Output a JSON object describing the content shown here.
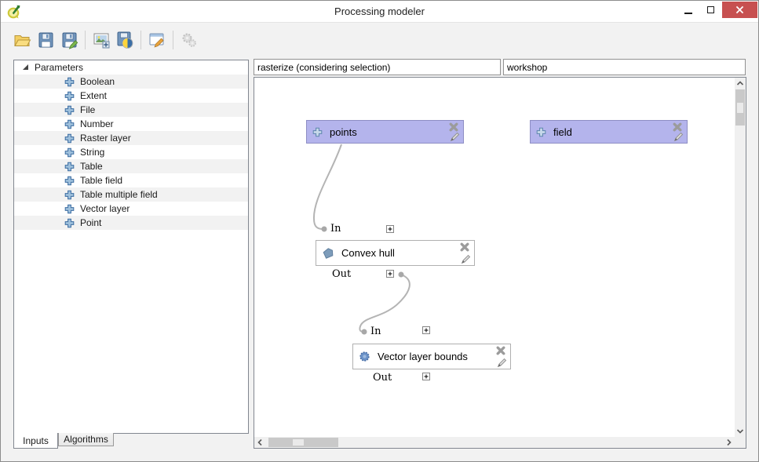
{
  "window": {
    "title": "Processing modeler"
  },
  "colors": {
    "input_node_fill": "#b4b4ec",
    "input_node_border": "#8e8ec4",
    "algorithm_node_border": "#b0b0b0",
    "connection_line": "#b4b4b4",
    "close_button_red": "#c75050",
    "tree_alt_row": "#f2f2f2",
    "plus_icon_blue": "#3a6ba1"
  },
  "titlebar": {
    "icons": [
      "qgis-logo",
      "minimize",
      "maximize",
      "close"
    ]
  },
  "toolbar": {
    "buttons": [
      {
        "name": "open-model",
        "icon": "folder-open-icon"
      },
      {
        "name": "save-model",
        "icon": "save-icon"
      },
      {
        "name": "save-model-as",
        "icon": "save-as-icon"
      },
      {
        "name": "export-as-image",
        "icon": "export-image-icon"
      },
      {
        "name": "export-as-python",
        "icon": "export-python-icon"
      },
      {
        "name": "edit-model-help",
        "icon": "edit-help-icon"
      },
      {
        "name": "run-model",
        "icon": "run-gears-icon",
        "disabled": true
      }
    ]
  },
  "sidebar": {
    "root_label": "Parameters",
    "items": [
      "Boolean",
      "Extent",
      "File",
      "Number",
      "Raster layer",
      "String",
      "Table",
      "Table field",
      "Table multiple field",
      "Vector layer",
      "Point"
    ],
    "tabs": [
      {
        "label": "Inputs",
        "active": true
      },
      {
        "label": "Algorithms",
        "active": false
      }
    ]
  },
  "header_fields": {
    "model_name": "rasterize (considering selection)",
    "model_group": "workshop"
  },
  "canvas": {
    "input_nodes": [
      {
        "label": "points"
      },
      {
        "label": "field"
      }
    ],
    "algorithm_nodes": [
      {
        "label": "Convex hull",
        "icon": "convex-hull-icon",
        "in_label": "In",
        "out_label": "Out"
      },
      {
        "label": "Vector layer bounds",
        "icon": "layer-bounds-gear-icon",
        "in_label": "In",
        "out_label": "Out"
      }
    ],
    "connections": [
      {
        "from": "points",
        "to": "Convex hull / In"
      },
      {
        "from": "Convex hull / Out",
        "to": "Vector layer bounds / In"
      }
    ]
  }
}
